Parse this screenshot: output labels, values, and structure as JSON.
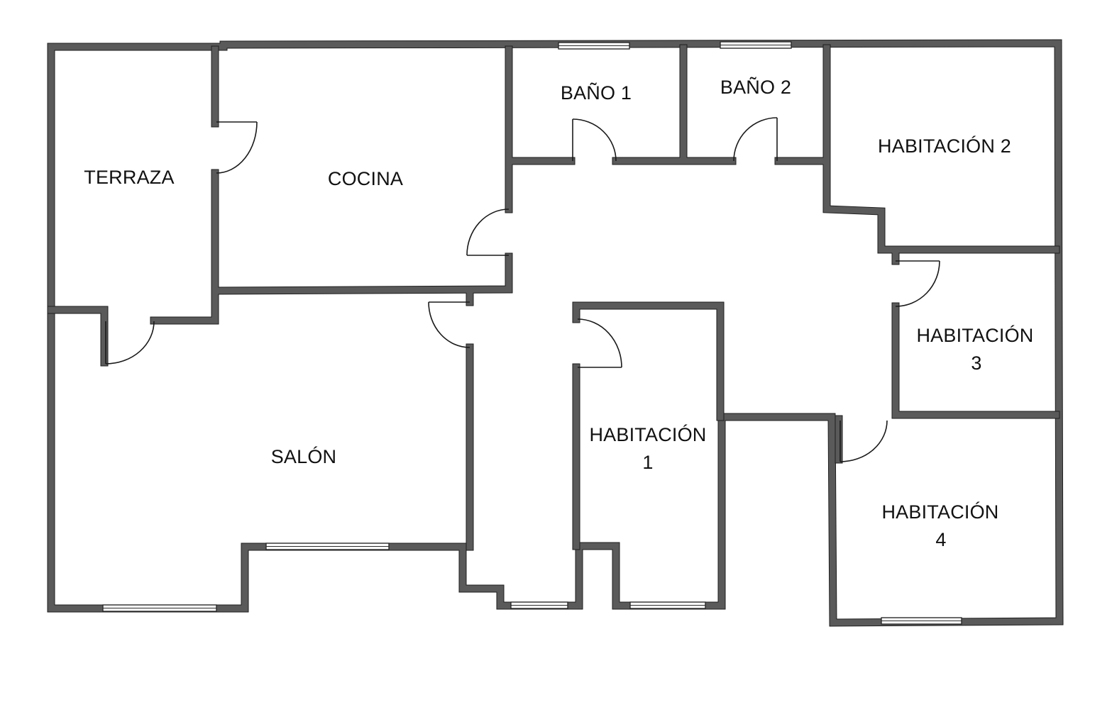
{
  "rooms": {
    "terraza": "TERRAZA",
    "cocina": "COCINA",
    "bano1": "BAÑO 1",
    "bano2": "BAÑO 2",
    "habitacion2": "HABITACIÓN 2",
    "habitacion3_line1": "HABITACIÓN",
    "habitacion3_line2": "3",
    "salon": "SALÓN",
    "habitacion1_line1": "HABITACIÓN",
    "habitacion1_line2": "1",
    "habitacion4_line1": "HABITACIÓN",
    "habitacion4_line2": "4"
  },
  "colors": {
    "wall": "#5a5a5a",
    "wall_edge": "#1e1e1e",
    "background": "#ffffff"
  }
}
